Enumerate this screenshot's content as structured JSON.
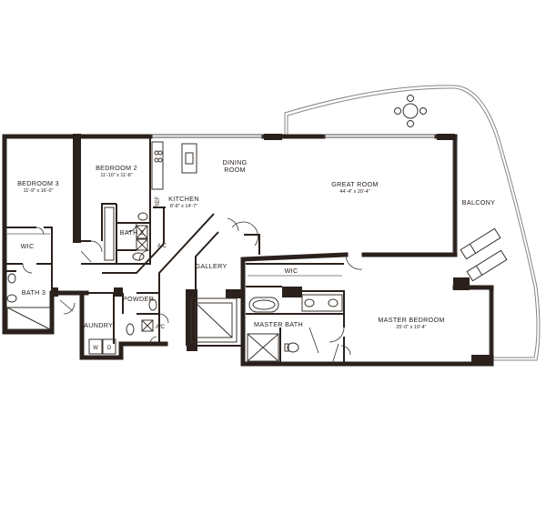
{
  "rooms": {
    "bedroom3": {
      "name": "BEDROOM 3",
      "dims": "11'-9\" x 16'-0\""
    },
    "bedroom2": {
      "name": "BEDROOM 2",
      "dims": "11'-10\" x 11'-8\""
    },
    "kitchen": {
      "name": "KITCHEN",
      "dims": "8'-8\" x 14'-7\""
    },
    "dining": {
      "name_line1": "DINING",
      "name_line2": "ROOM"
    },
    "great_room": {
      "name": "GREAT ROOM",
      "dims": "44'-4\" x 20'-4\""
    },
    "balcony": {
      "name": "BALCONY"
    },
    "wic_left": {
      "name": "WIC"
    },
    "bath3": {
      "name": "BATH 3"
    },
    "bath2": {
      "name": "BATH 2"
    },
    "laundry": {
      "name": "LAUNDRY"
    },
    "powder": {
      "name": "POWDER"
    },
    "gallery": {
      "name": "GALLERY"
    },
    "wic_master": {
      "name": "WIC"
    },
    "master_bath": {
      "name": "MASTER BATH"
    },
    "master_bedroom": {
      "name": "MASTER BEDROOM",
      "dims": "25'-0\" x 19'-4\""
    }
  },
  "fixtures": {
    "ref": "REF",
    "ac1": "A/C",
    "ac2": "A/C",
    "washer": "W",
    "dryer": "D"
  }
}
